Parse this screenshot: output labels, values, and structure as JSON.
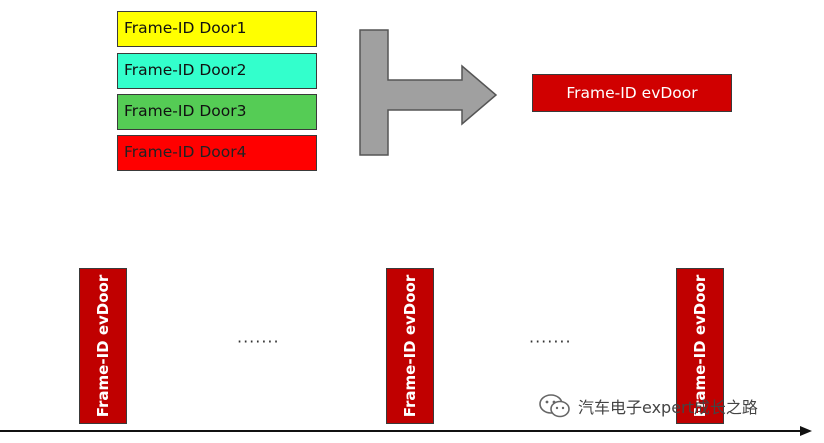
{
  "boxes": [
    {
      "label": "Frame-ID Door1",
      "color": "#ffff00"
    },
    {
      "label": "Frame-ID Door2",
      "color": "#33ffcc"
    },
    {
      "label": "Frame-ID Door3",
      "color": "#55cc55"
    },
    {
      "label": "Frame-ID Door4",
      "color": "#ff0000"
    }
  ],
  "merged": {
    "label": "Frame-ID evDoor",
    "color": "#d00000"
  },
  "arrow_color": "#a0a0a0",
  "timeline": {
    "frames": [
      {
        "label": "Frame-ID evDoor"
      },
      {
        "label": "Frame-ID evDoor"
      },
      {
        "label": "Frame-ID evDoor"
      }
    ],
    "frame_color": "#c00000",
    "ellipsis": [
      "·······",
      "·······"
    ]
  },
  "watermark": {
    "text": "汽车电子expert成长之路",
    "icon": "wechat-icon"
  }
}
